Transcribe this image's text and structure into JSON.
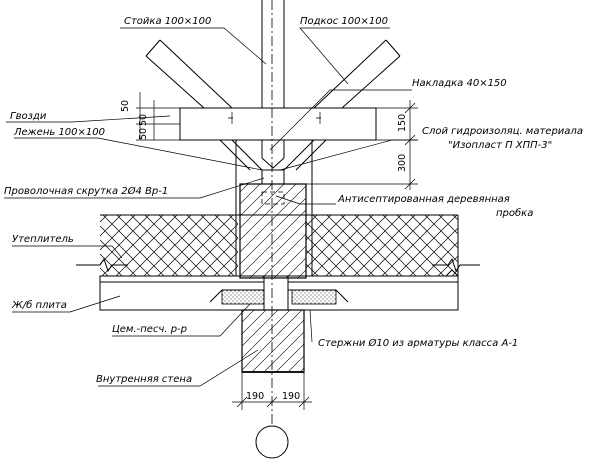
{
  "labels": {
    "stoyka": "Стойка 100×100",
    "podkos": "Подкос 100×100",
    "nakladka": "Накладка 40×150",
    "gvozdi": "Гвозди",
    "lezhen": "Лежень 100×100",
    "gidroizol_1": "Слой гидроизоляц. материала",
    "gidroizol_2": "\"Изопласт П ХПП-3\"",
    "skrutka": "Проволочная скрутка 2Ø4 Вр-1",
    "probka_1": "Антисептированная деревянная",
    "probka_2": "пробка",
    "uteplitel": "Утеплитель",
    "plita": "Ж/б плита",
    "rastvor": "Цем.-песч. р-р",
    "sterzhni": "Стержни Ø10 из арматуры класса А-1",
    "stena": "Внутренняя стена"
  },
  "dimensions": {
    "d50a": "50",
    "d50b": "50",
    "d50c": "50",
    "d150": "150",
    "d300": "300",
    "d190_left": "190",
    "d190_right": "190"
  }
}
